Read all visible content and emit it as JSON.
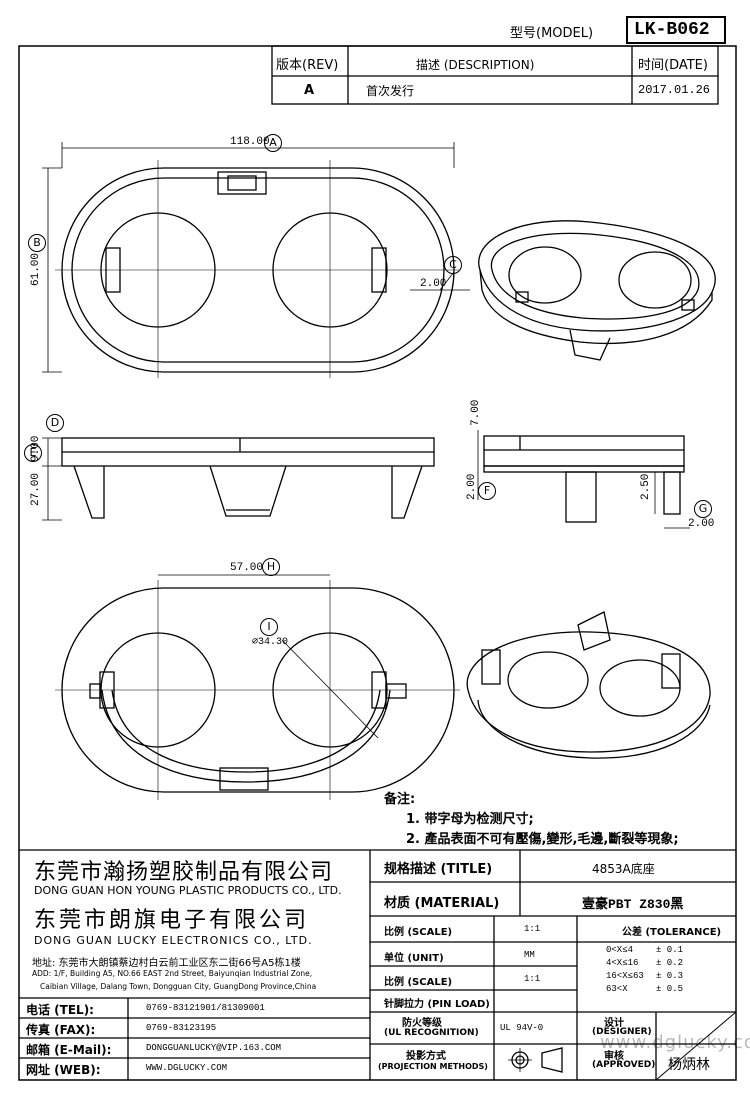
{
  "header": {
    "model_label": "型号(MODEL)",
    "model_value": "LK-B062",
    "rev_label": "版本(REV)",
    "desc_label": "描述 (DESCRIPTION)",
    "date_label": "时间(DATE)",
    "rev_value": "A",
    "desc_value": "首次发行",
    "date_value": "2017.01.26"
  },
  "dimensions": {
    "a": "118.00",
    "b": "61.00",
    "c": "2.00",
    "d": "9.00",
    "e": "27.00",
    "f": "2.00",
    "g": "2.00",
    "h": "57.00",
    "i": "⌀34.30",
    "j": "7.00",
    "k": "2.50"
  },
  "markers": {
    "a": "A",
    "b": "B",
    "c": "C",
    "d": "D",
    "e": "E",
    "f": "F",
    "g": "G",
    "h": "H",
    "i": "I"
  },
  "notes": {
    "title": "备注:",
    "line1": "1. 带字母为检测尺寸;",
    "line2": "2. 產品表面不可有壓傷,變形,毛邊,斷裂等現象;"
  },
  "company": {
    "name_cn_1": "东莞市瀚扬塑胶制品有限公司",
    "name_en_1": "DONG GUAN HON YOUNG PLASTIC PRODUCTS CO., LTD.",
    "name_cn_2": "东莞市朗旗电子有限公司",
    "name_en_2": "DONG GUAN LUCKY ELECTRONICS CO., LTD.",
    "addr_cn": "地址: 东莞市大朗镇蔡边村白云前工业区东二街66号A5栋1楼",
    "addr_en_1": "ADD: 1/F, Building A5, NO.66 EAST 2nd Street, Baiyunqian Industrial Zone,",
    "addr_en_2": "Caibian Village, Dalang Town, Dongguan City, GuangDong Province,China",
    "tel_label": "电话 (TEL):",
    "tel_value": "0769-83121901/81309001",
    "fax_label": "传真 (FAX):",
    "fax_value": "0769-83123195",
    "email_label": "邮箱 (E-Mail):",
    "email_value": "DONGGUANLUCKY@VIP.163.COM",
    "web_label": "网址 (WEB):",
    "web_value": "WWW.DGLUCKY.COM"
  },
  "spec": {
    "title_label": "规格描述 (TITLE)",
    "title_value": "4853A底座",
    "material_label": "材质 (MATERIAL)",
    "material_value": "壹豪PBT Z830黑",
    "scale_label": "比例 (SCALE)",
    "scale_value": "1:1",
    "tolerance_label": "公差 (TOLERANCE)",
    "unit_label": "单位 (UNIT)",
    "unit_value": "MM",
    "scale2_label": "比例 (SCALE)",
    "scale2_value": "1:1",
    "pin_label": "针脚拉力 (PIN LOAD)",
    "fire_label_1": "防火等级",
    "fire_label_2": "(UL RECOGNITION)",
    "fire_value": "UL 94V-0",
    "proj_label_1": "投影方式",
    "proj_label_2": "(PROJECTION METHODS)",
    "designer_label_1": "设计",
    "designer_label_2": "(DESIGNER)",
    "approved_label_1": "审核",
    "approved_label_2": "(APPROVED)",
    "approved_value": "杨炳林",
    "tol": [
      {
        "range": "0<X≤4",
        "value": "± 0.1"
      },
      {
        "range": "4<X≤16",
        "value": "± 0.2"
      },
      {
        "range": "16<X≤63",
        "value": "± 0.3"
      },
      {
        "range": "63<X",
        "value": "± 0.5"
      }
    ]
  },
  "watermark": "www.dglucky.com"
}
